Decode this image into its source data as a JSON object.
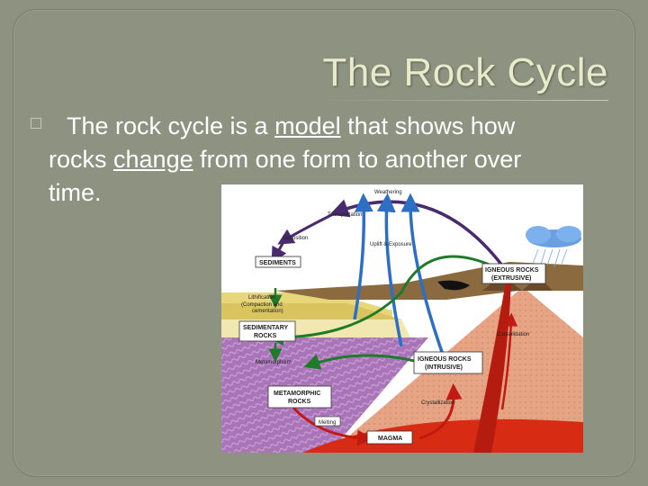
{
  "slide": {
    "title": "The Rock Cycle",
    "bullet": {
      "pre": "The rock cycle is a ",
      "link1": "model",
      "mid1": " that shows how",
      "line2_pre": "rocks ",
      "link2": "change",
      "line2_post": " from one form to another over",
      "line3": "time."
    }
  },
  "diagram": {
    "weathering": "Weathering",
    "transportation": "Transportation",
    "deposition": "Deposition",
    "uplift": "Uplift & Exposure",
    "sediments": "SEDIMENTS",
    "lithification1": "Lithification",
    "lithification2": "(Compaction and",
    "lithification3": "cementation)",
    "sedimentary1": "SEDIMENTARY",
    "sedimentary2": "ROCKS",
    "metamorphism": "Metamorphism",
    "metamorphic1": "METAMORPHIC",
    "metamorphic2": "ROCKS",
    "melting": "Melting",
    "magma": "MAGMA",
    "crystallization": "Crystallization",
    "igneous_int1": "IGNEOUS ROCKS",
    "igneous_int2": "(INTRUSIVE)",
    "igneous_ext1": "IGNEOUS ROCKS",
    "igneous_ext2": "(EXTRUSIVE)",
    "consolidation": "Consolidation"
  }
}
